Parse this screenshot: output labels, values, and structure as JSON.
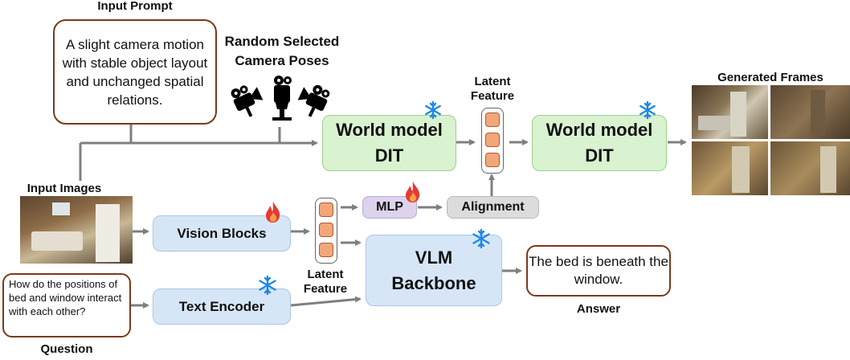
{
  "input_prompt": {
    "title": "Input Prompt",
    "text": "A slight camera motion with stable object layout and unchanged spatial relations."
  },
  "camera_poses": {
    "title_line1": "Random Selected",
    "title_line2": "Camera Poses"
  },
  "world_model_1": {
    "line1": "World model",
    "line2": "DIT"
  },
  "world_model_2": {
    "line1": "World model",
    "line2": "DIT"
  },
  "latent_top": {
    "line1": "Latent",
    "line2": "Feature"
  },
  "latent_bottom": {
    "line1": "Latent",
    "line2": "Feature"
  },
  "generated_frames": {
    "title": "Generated Frames"
  },
  "input_images": {
    "title": "Input Images"
  },
  "vision_blocks": {
    "label": "Vision Blocks"
  },
  "mlp": {
    "label": "MLP"
  },
  "alignment": {
    "label": "Alignment"
  },
  "vlm": {
    "line1": "VLM",
    "line2": "Backbone"
  },
  "text_encoder": {
    "label": "Text Encoder"
  },
  "question": {
    "title": "Question",
    "text": "How do the positions of bed and window interact with each other?"
  },
  "answer": {
    "title": "Answer",
    "text": "The bed is beneath the window."
  },
  "icons": {
    "frozen": "snowflake-icon",
    "trainable": "fire-icon",
    "camera": "movie-camera-icon"
  },
  "colors": {
    "world_model": "#d9f2d0",
    "vision_text_vlm": "#d6e6f7",
    "alignment": "#dcdcdc",
    "mlp": "#ddd3ec",
    "token": "#f2a77a",
    "frame_border": "#7a3a1a",
    "snowflake": "#1e88e5",
    "fire": "#e53935",
    "arrow": "#7f7f7f"
  }
}
